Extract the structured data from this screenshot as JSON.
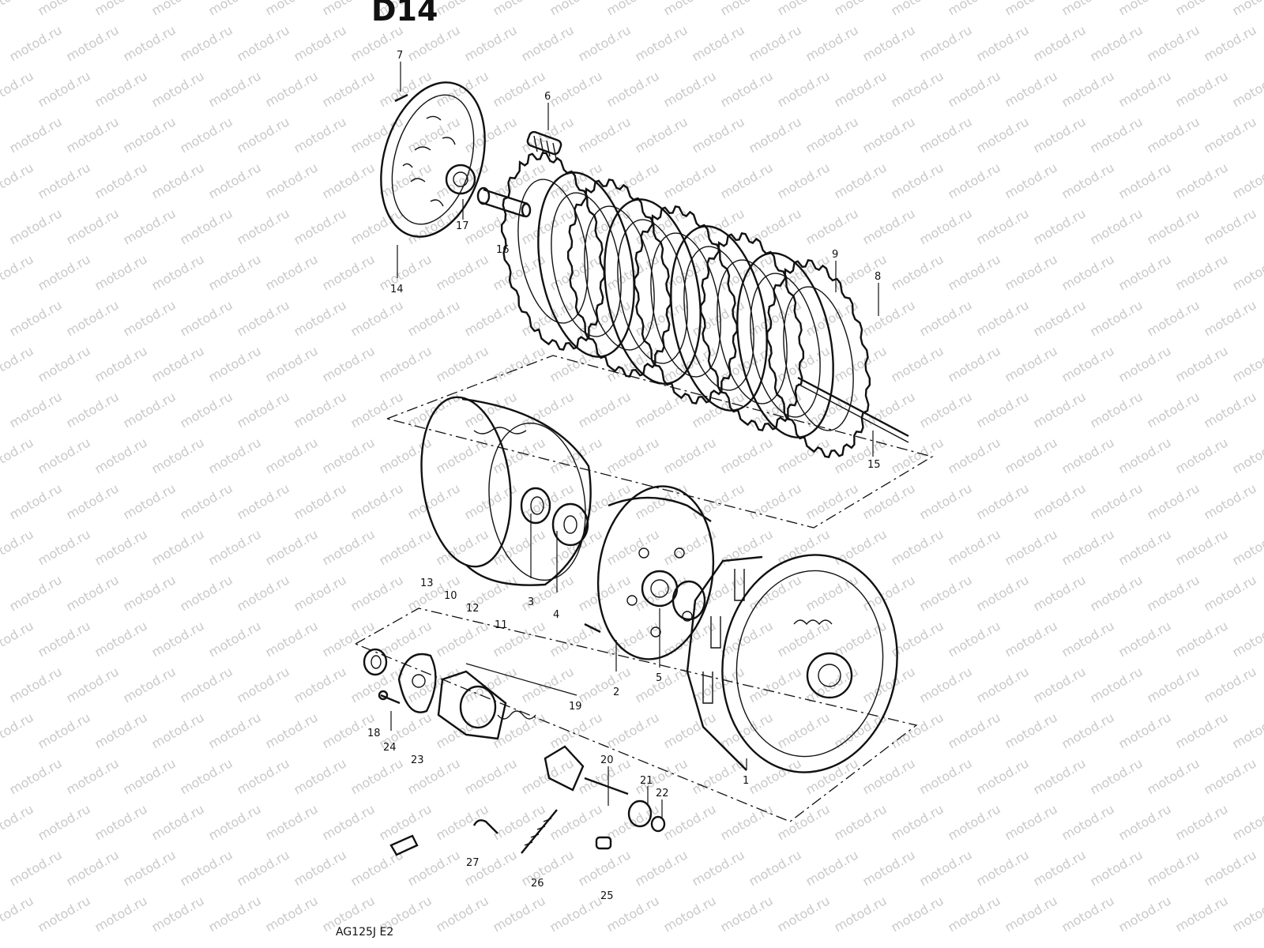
{
  "diagram": {
    "title_fragment": "D14",
    "model_code": "AG125J E2",
    "watermark": "motod.ru",
    "colors": {
      "ink": "#111111",
      "watermark": "#c9c9c9",
      "background": "#ffffff"
    },
    "part_labels": {
      "p1": "1",
      "p2": "2",
      "p3": "3",
      "p4": "4",
      "p5": "5",
      "p6": "6",
      "p7": "7",
      "p8": "8",
      "p9": "9",
      "p10": "10",
      "p11": "11",
      "p12": "12",
      "p13": "13",
      "p14": "14",
      "p15": "15",
      "p16": "16",
      "p17": "17",
      "p18": "18",
      "p19": "19",
      "p20": "20",
      "p21": "21",
      "p22": "22",
      "p23": "23",
      "p24": "24",
      "p25": "25",
      "p26": "26",
      "p27": "27"
    }
  }
}
